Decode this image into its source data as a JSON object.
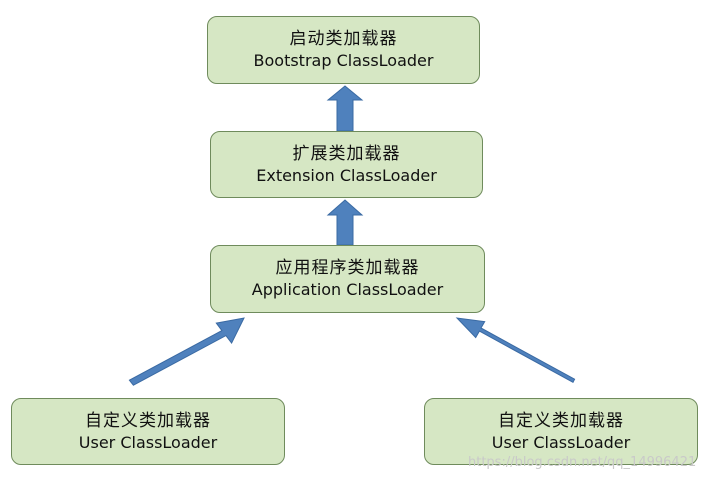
{
  "nodes": {
    "bootstrap": {
      "zh": "启动类加载器",
      "en": "Bootstrap ClassLoader"
    },
    "extension": {
      "zh": "扩展类加载器",
      "en": "Extension ClassLoader"
    },
    "application": {
      "zh": "应用程序类加载器",
      "en": "Application ClassLoader"
    },
    "user_left": {
      "zh": "自定义类加载器",
      "en": "User ClassLoader"
    },
    "user_right": {
      "zh": "自定义类加载器",
      "en": "User ClassLoader"
    }
  },
  "watermark": "https://blog.csdn.net/qq_14996421",
  "colors": {
    "node_fill": "#d6e7c4",
    "node_border": "#6f8b5c",
    "arrow_fill": "#4f81bd",
    "arrow_stroke": "#3a6aa3"
  }
}
